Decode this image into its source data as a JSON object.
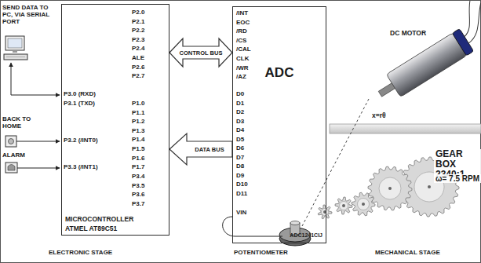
{
  "diagram": {
    "nodes": [
      {
        "text": [
          "MICROCONTROLLER",
          "ATMEL AT89C51"
        ]
      },
      {
        "text": [
          "ADC",
          "ADC1241CIJ"
        ]
      }
    ],
    "edges": [
      {
        "from": 0,
        "to": 1,
        "arrow": "both",
        "label": "CONTROL BUS"
      },
      {
        "from": 1,
        "to": 0,
        "arrow": "to",
        "label": "DATA BUS"
      }
    ],
    "labels": [
      "SEND DATA TO PC, VIA SERIAL PORT",
      "P2.0",
      "P2.1",
      "P2.2",
      "P2.3",
      "P2.4",
      "ALE",
      "P2.6",
      "P2.7",
      "P3.0 (RXD)",
      "P3.1 (TXD)",
      "P1.0",
      "P1.1",
      "P1.2",
      "P1.3",
      "P1.4",
      "P1.5",
      "P1.6",
      "P1.7",
      "P3.2 (/INT0)",
      "P3.3 (/INT1)",
      "P3.4",
      "P3.5",
      "P3.6",
      "P3.7",
      "BACK TO HOME",
      "ALARM",
      "/INT",
      "EOC",
      "/RD",
      "/CS",
      "/CAL",
      "CLK",
      "/WR",
      "/AZ",
      "D0",
      "D1",
      "D2",
      "D3",
      "D4",
      "D5",
      "D6",
      "D7",
      "D8",
      "D9",
      "D10",
      "D11",
      "VIN",
      "DC MOTOR",
      "x=rθ",
      "GEAR BOX 2340:1",
      "ω= 7.5 RPM",
      "ELECTRONIC STAGE",
      "POTENTIOMETER",
      "MECHANICAL STAGE"
    ]
  }
}
